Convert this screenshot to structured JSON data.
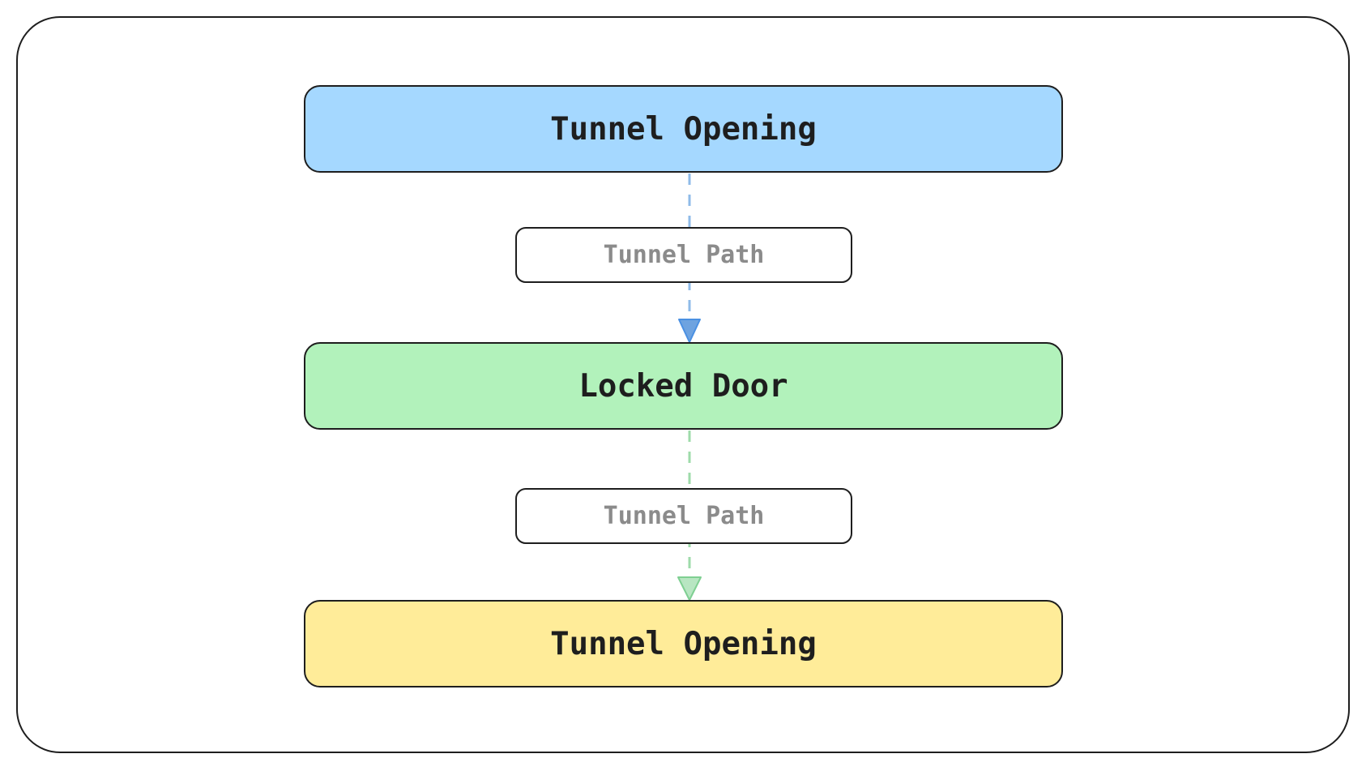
{
  "diagram": {
    "nodes": [
      {
        "label": "Tunnel Opening",
        "fill": "#a5d8ff"
      },
      {
        "label": "Locked Door",
        "fill": "#b2f2bb"
      },
      {
        "label": "Tunnel Opening",
        "fill": "#ffec99"
      }
    ],
    "edges": [
      {
        "from": 0,
        "to": 1,
        "label": "Tunnel Path",
        "color": "#4a90e2"
      },
      {
        "from": 1,
        "to": 2,
        "label": "Tunnel Path",
        "color": "#5cbf73"
      }
    ]
  }
}
